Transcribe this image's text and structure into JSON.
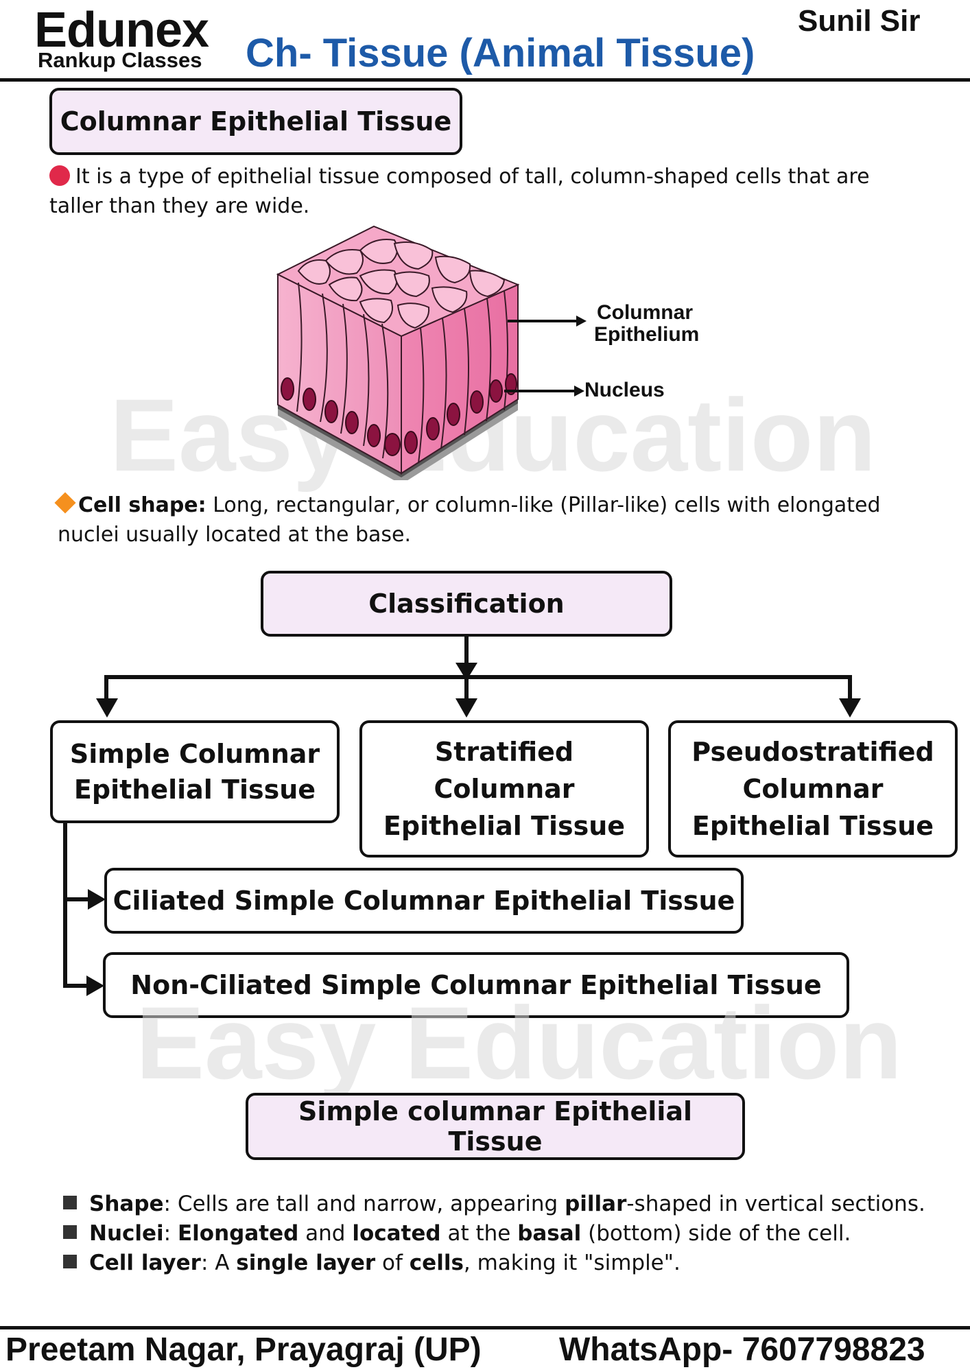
{
  "header": {
    "brand": "Edunex",
    "brand_sub": "Rankup Classes",
    "author": "Sunil Sir",
    "chapter": "Ch- Tissue (Animal Tissue)"
  },
  "section_title": "Columnar Epithelial Tissue",
  "definition": "It is a type of epithelial tissue composed of tall, column-shaped cells that are taller than they are wide.",
  "diagram": {
    "label_epithelium_1": "Columnar",
    "label_epithelium_2": "Epithelium",
    "label_nucleus": "Nucleus",
    "cell_color": "#f3a1c4",
    "nucleus_color": "#8b1340"
  },
  "watermark": "Easy Education",
  "cell_shape": {
    "label": "Cell shape:",
    "text": " Long, rectangular, or column-like (Pillar-like) cells with elongated nuclei usually located at the base."
  },
  "classification": {
    "title": "Classification",
    "types": [
      "Simple Columnar Epithelial Tissue",
      "Stratified Columnar Epithelial Tissue",
      "Pseudostratified Columnar Epithelial Tissue"
    ],
    "subtypes": [
      "Ciliated Simple Columnar Epithelial Tissue",
      "Non-Ciliated Simple Columnar Epithelial Tissue"
    ]
  },
  "simple_section": {
    "title": "Simple columnar Epithelial Tissue",
    "points": [
      {
        "a": "Shape",
        "b": ": Cells are tall and narrow, appearing ",
        "c": "pillar",
        "d": "-shaped in vertical sections."
      },
      {
        "a": "Nuclei",
        "b": ": ",
        "c": "Elongated",
        "d": " and ",
        "e": "located",
        "f": " at the ",
        "g": "basal",
        "h": " (bottom) side of the cell."
      },
      {
        "a": "Cell layer",
        "b": ": A ",
        "c": "single layer",
        "d": " of ",
        "e": "cells",
        "f": ", making it \"simple\"."
      }
    ]
  },
  "footer": {
    "address": "Preetam Nagar, Prayagraj (UP)",
    "contact": "WhatsApp- 7607798823"
  },
  "colors": {
    "chapter_blue": "#1d5aa8",
    "box_lavender": "#f5e9f7",
    "bullet_red": "#e0294a",
    "diamond_orange": "#f5901e"
  }
}
